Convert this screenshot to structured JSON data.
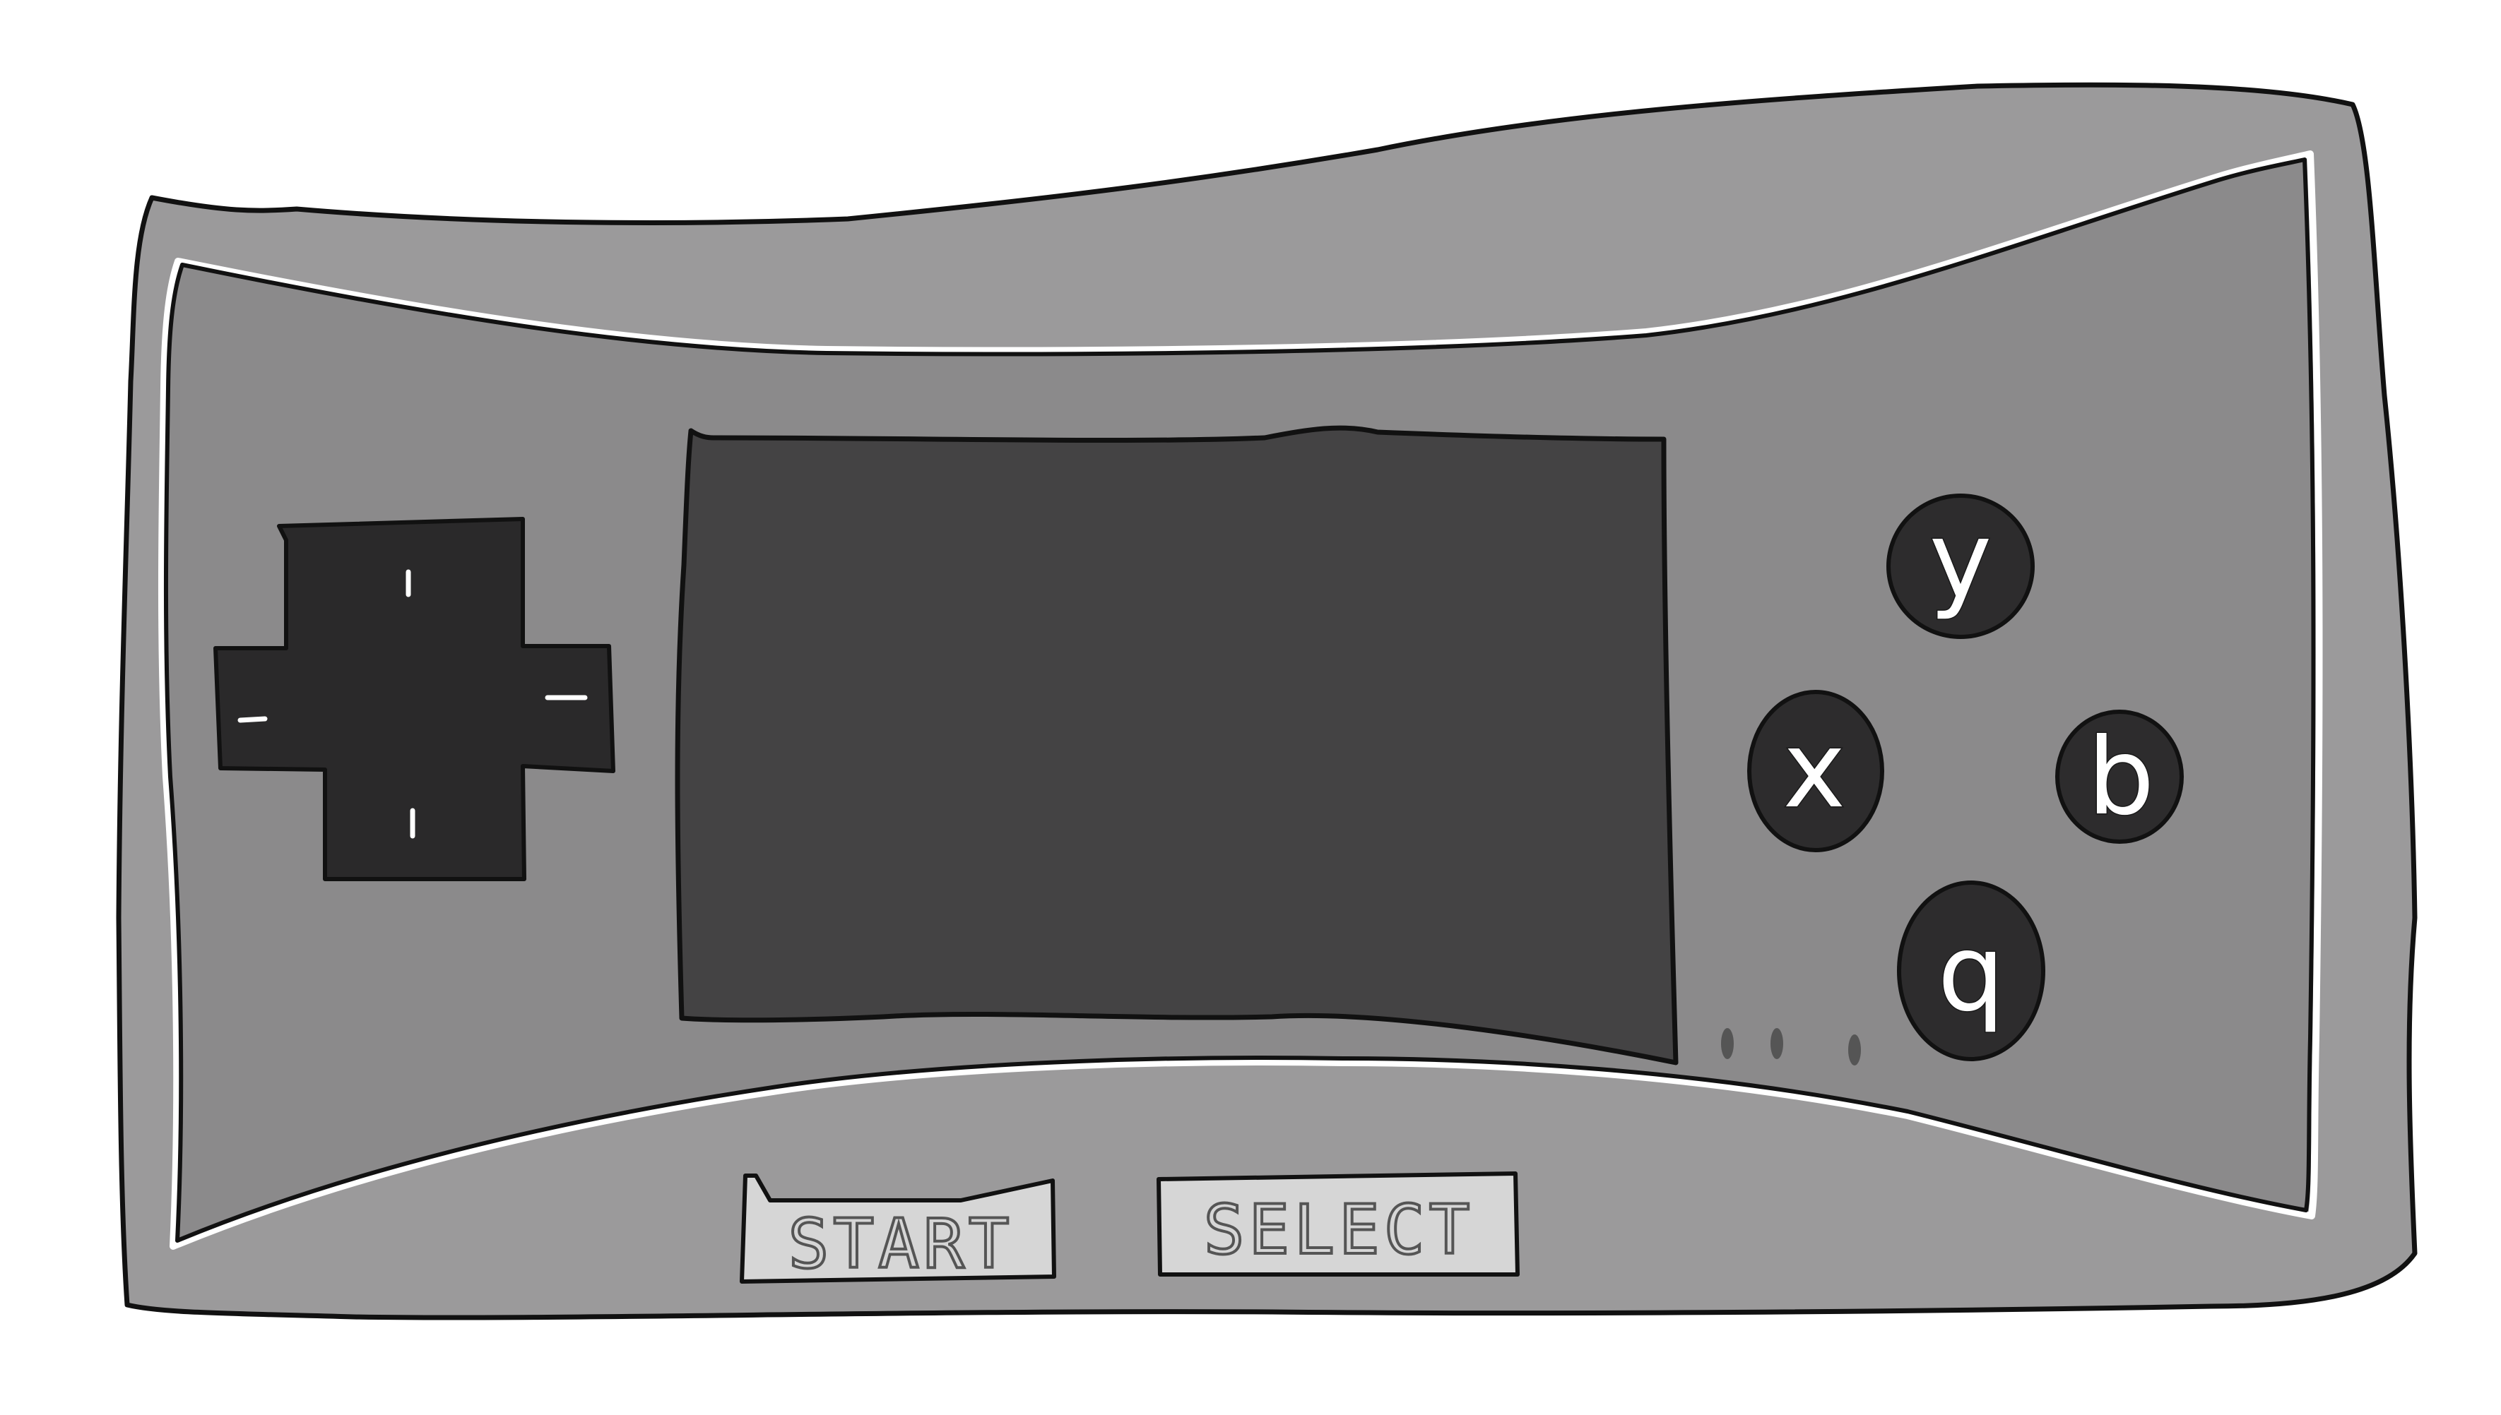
{
  "device": {
    "colors": {
      "outer_shell": "#9b9a9b",
      "inner_face": "#8b8a8b",
      "screen": "#444344",
      "dpad": "#2a292a",
      "button": "#2d2c2d",
      "pill": "#d6d6d6",
      "outline": "#111111",
      "inner_outline": "#ffffff"
    }
  },
  "buttons": {
    "y": {
      "label": "y"
    },
    "x": {
      "label": "x"
    },
    "b": {
      "label": "b"
    },
    "a": {
      "label": "q"
    }
  },
  "start_button": {
    "label": "START"
  },
  "select_button": {
    "label": "SELECT"
  },
  "speaker": {
    "holes": 3
  }
}
